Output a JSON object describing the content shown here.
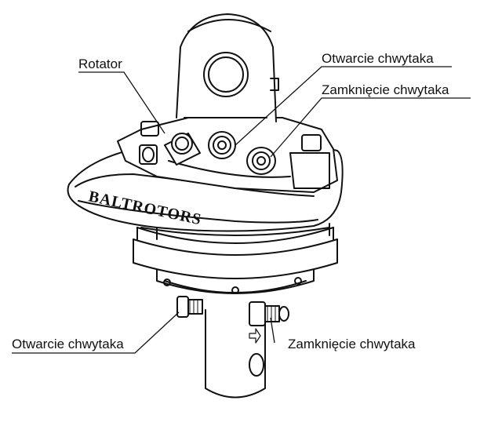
{
  "labels": {
    "rotator": "Rotator",
    "top_open": "Otwarcie chwytaka",
    "top_close": "Zamknięcie chwytaka",
    "bottom_open": "Otwarcie chwytaka",
    "bottom_close": "Zamknięcie chwytaka"
  },
  "brand": "BALTROTORS"
}
